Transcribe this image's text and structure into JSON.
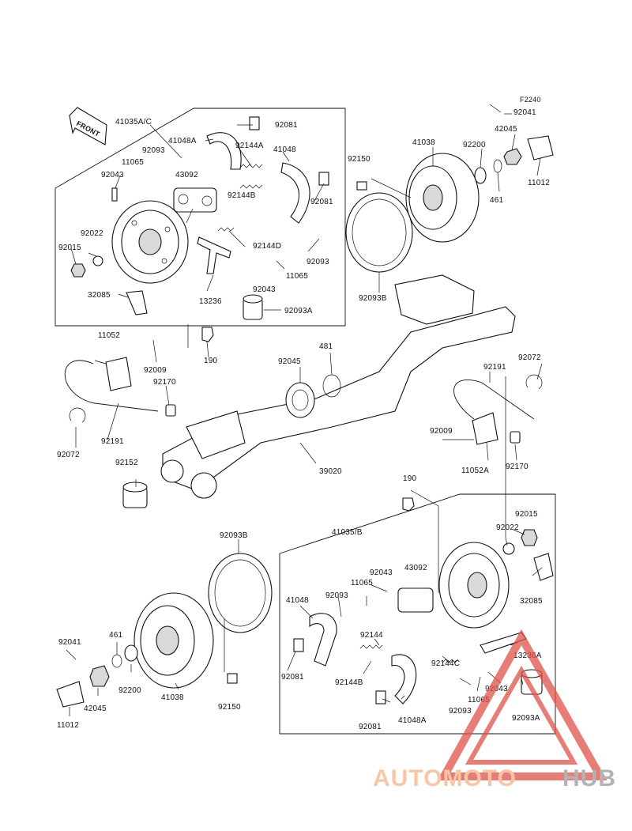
{
  "diagram": {
    "ref_code": "F2240",
    "front_label": "FRONT",
    "callouts": [
      "41035A/C",
      "92081",
      "41048A",
      "92093",
      "11065",
      "92043",
      "43092",
      "92144A",
      "41048",
      "92144B",
      "92081",
      "92022",
      "92015",
      "92144D",
      "92093",
      "11065",
      "92043",
      "32085",
      "13236",
      "92093A",
      "92041",
      "42045",
      "92200",
      "41038",
      "92150",
      "461",
      "11012",
      "92093B",
      "11052",
      "190",
      "481",
      "92045",
      "92009",
      "92170",
      "92191",
      "92072",
      "92191",
      "92072",
      "92009",
      "11052A",
      "92170",
      "92152",
      "39020",
      "190",
      "92093B",
      "41035/B",
      "92015",
      "92022",
      "92043",
      "43092",
      "11065",
      "92093",
      "41048",
      "32085",
      "92144",
      "92144C",
      "13236A",
      "92041",
      "461",
      "92200",
      "92081",
      "92144B",
      "92043",
      "11065",
      "92093",
      "92093A",
      "42045",
      "41038",
      "92150",
      "11012",
      "92081",
      "41048A"
    ]
  },
  "watermark": {
    "brand_part1": "AUTOMOTO",
    "brand_part2": "HUB",
    "color_part1": "#f6b38a",
    "color_part2": "#9a9a9a",
    "triangle_color": "#e0524a"
  }
}
